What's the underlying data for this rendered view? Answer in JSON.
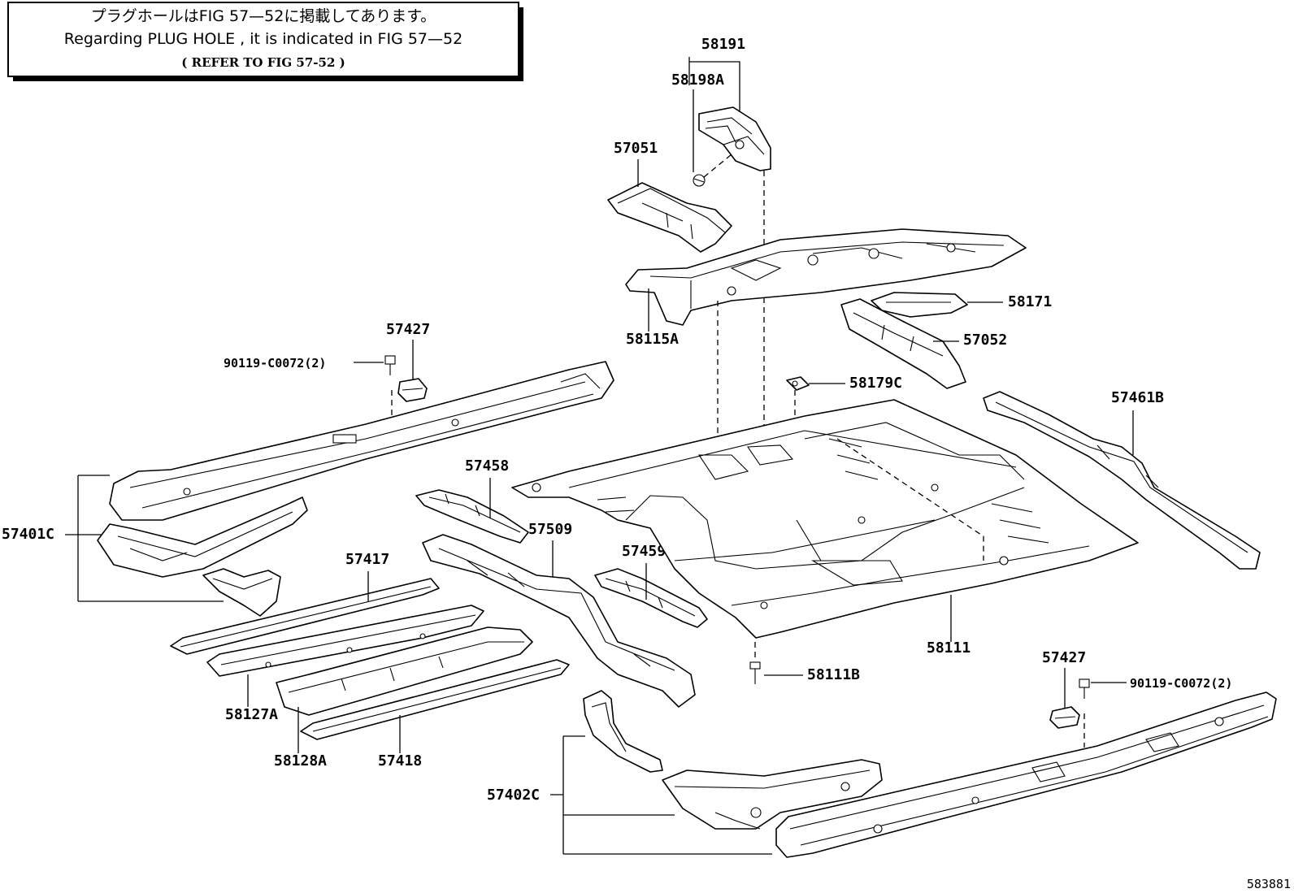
{
  "note": {
    "jp": "プラグホールはFIG 57—52に掲載してあります。",
    "en": "Regarding PLUG HOLE , it is indicated in FIG 57—52",
    "ref": "( REFER TO FIG 57-52 )"
  },
  "labels": {
    "p58191": "58191",
    "p58198A": "58198A",
    "p57051": "57051",
    "p58115A": "58115A",
    "p58171": "58171",
    "p57052": "57052",
    "p58179C": "58179C",
    "p57427_left": "57427",
    "p90119_left": "90119-C0072(2)",
    "p57461B": "57461B",
    "p57401C": "57401C",
    "p57458": "57458",
    "p57509": "57509",
    "p57459": "57459",
    "p57417": "57417",
    "p58111": "58111",
    "p58111B": "58111B",
    "p57427_right": "57427",
    "p90119_right": "90119-C0072(2)",
    "p58127A": "58127A",
    "p58128A": "58128A",
    "p57418": "57418",
    "p57402C": "57402C"
  },
  "diagram_id": "583881"
}
